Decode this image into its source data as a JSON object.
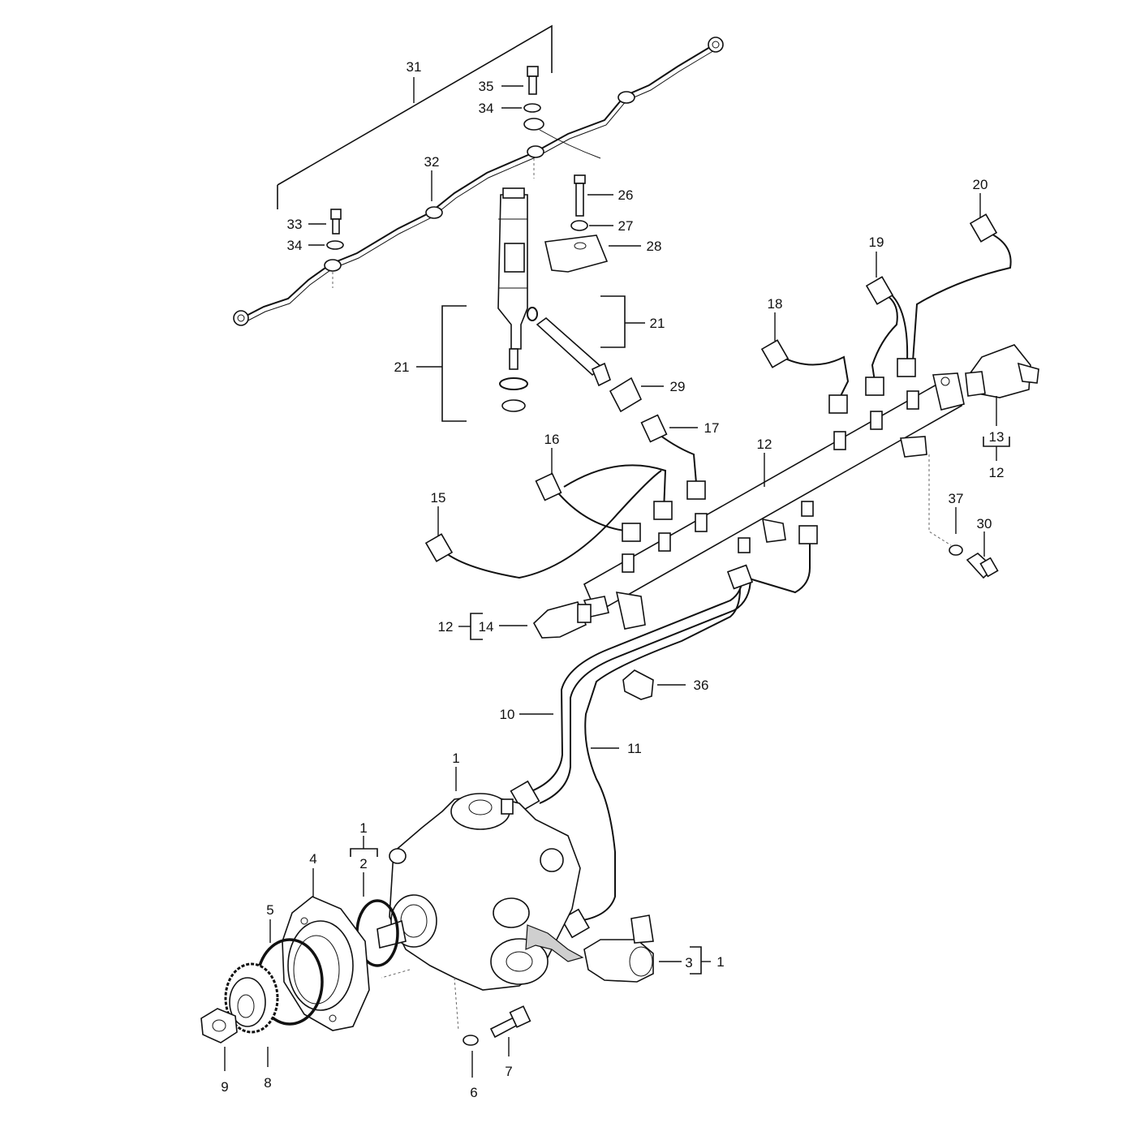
{
  "labels": {
    "l1_pump": "1",
    "l1_seal_group": "1",
    "l2": "2",
    "l3": "3",
    "l1_valve_group": "1",
    "l4": "4",
    "l5": "5",
    "l6": "6",
    "l7": "7",
    "l8": "8",
    "l9": "9",
    "l10": "10",
    "l11": "11",
    "l12_rail": "12",
    "l12_sensor_group": "12",
    "l12_valve_group": "12",
    "l13": "13",
    "l14": "14",
    "l15": "15",
    "l16": "16",
    "l17": "17",
    "l18": "18",
    "l19": "19",
    "l20": "20",
    "l21_left": "21",
    "l21_right": "21",
    "l26": "26",
    "l27": "27",
    "l28": "28",
    "l29": "29",
    "l30": "30",
    "l31": "31",
    "l32": "32",
    "l33": "33",
    "l34_top": "34",
    "l34_left": "34",
    "l35": "35",
    "l36": "36",
    "l37": "37"
  }
}
